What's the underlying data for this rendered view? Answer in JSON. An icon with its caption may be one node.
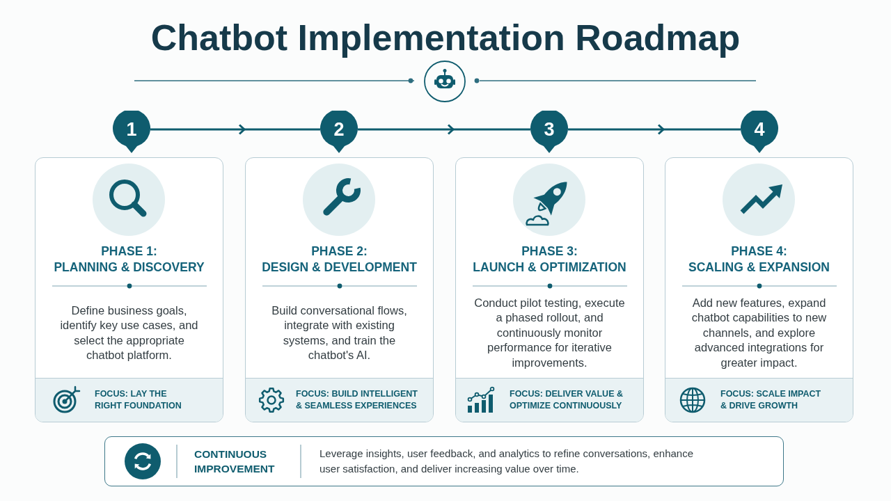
{
  "diagram": {
    "title": "Chatbot Implementation Roadmap",
    "nodes": [
      {
        "text": [
          "1"
        ]
      },
      {
        "text": [
          "2"
        ]
      },
      {
        "text": [
          "3"
        ]
      },
      {
        "text": [
          "4"
        ]
      },
      {
        "text": [
          "PHASE 1:",
          "PLANNING & DISCOVERY",
          "Define business goals, identify key use cases, and select the appropriate chatbot platform."
        ]
      },
      {
        "text": [
          "FOCUS: LAY THE RIGHT FOUNDATION"
        ],
        "in": 4
      },
      {
        "text": [
          "PHASE 2:",
          "DESIGN & DEVELOPMENT",
          "Build conversational flows, integrate with existing systems, and train the chatbot's AI."
        ]
      },
      {
        "text": [
          "FOCUS: BUILD INTELLIGENT & SEAMLESS EXPERIENCES"
        ],
        "in": 6
      },
      {
        "text": [
          "PHASE 3:",
          "LAUNCH & OPTIMIZATION",
          "Conduct pilot testing, execute a phased rollout, and continuously monitor performance for iterative improvements."
        ]
      },
      {
        "text": [
          "FOCUS: DELIVER VALUE & OPTIMIZE CONTINUOUSLY"
        ],
        "in": 8
      },
      {
        "text": [
          "PHASE 4:",
          "SCALING & EXPANSION",
          "Add new features, expand chatbot capabilities to new channels, and explore advanced integrations for greater impact."
        ]
      },
      {
        "text": [
          "FOCUS: SCALE IMPACT & DRIVE GROWTH"
        ],
        "in": 10
      },
      {
        "text": [
          "CONTINUOUS IMPROVEMENT",
          "Leverage insights, user feedback, and analytics to refine conversations, enhance user satisfaction, and deliver increasing value over time."
        ]
      }
    ],
    "edges": [
      {
        "from": 0,
        "to": 1,
        "arrow": "to"
      },
      {
        "from": 1,
        "to": 2,
        "arrow": "to"
      },
      {
        "from": 2,
        "to": 3,
        "arrow": "to"
      }
    ]
  }
}
